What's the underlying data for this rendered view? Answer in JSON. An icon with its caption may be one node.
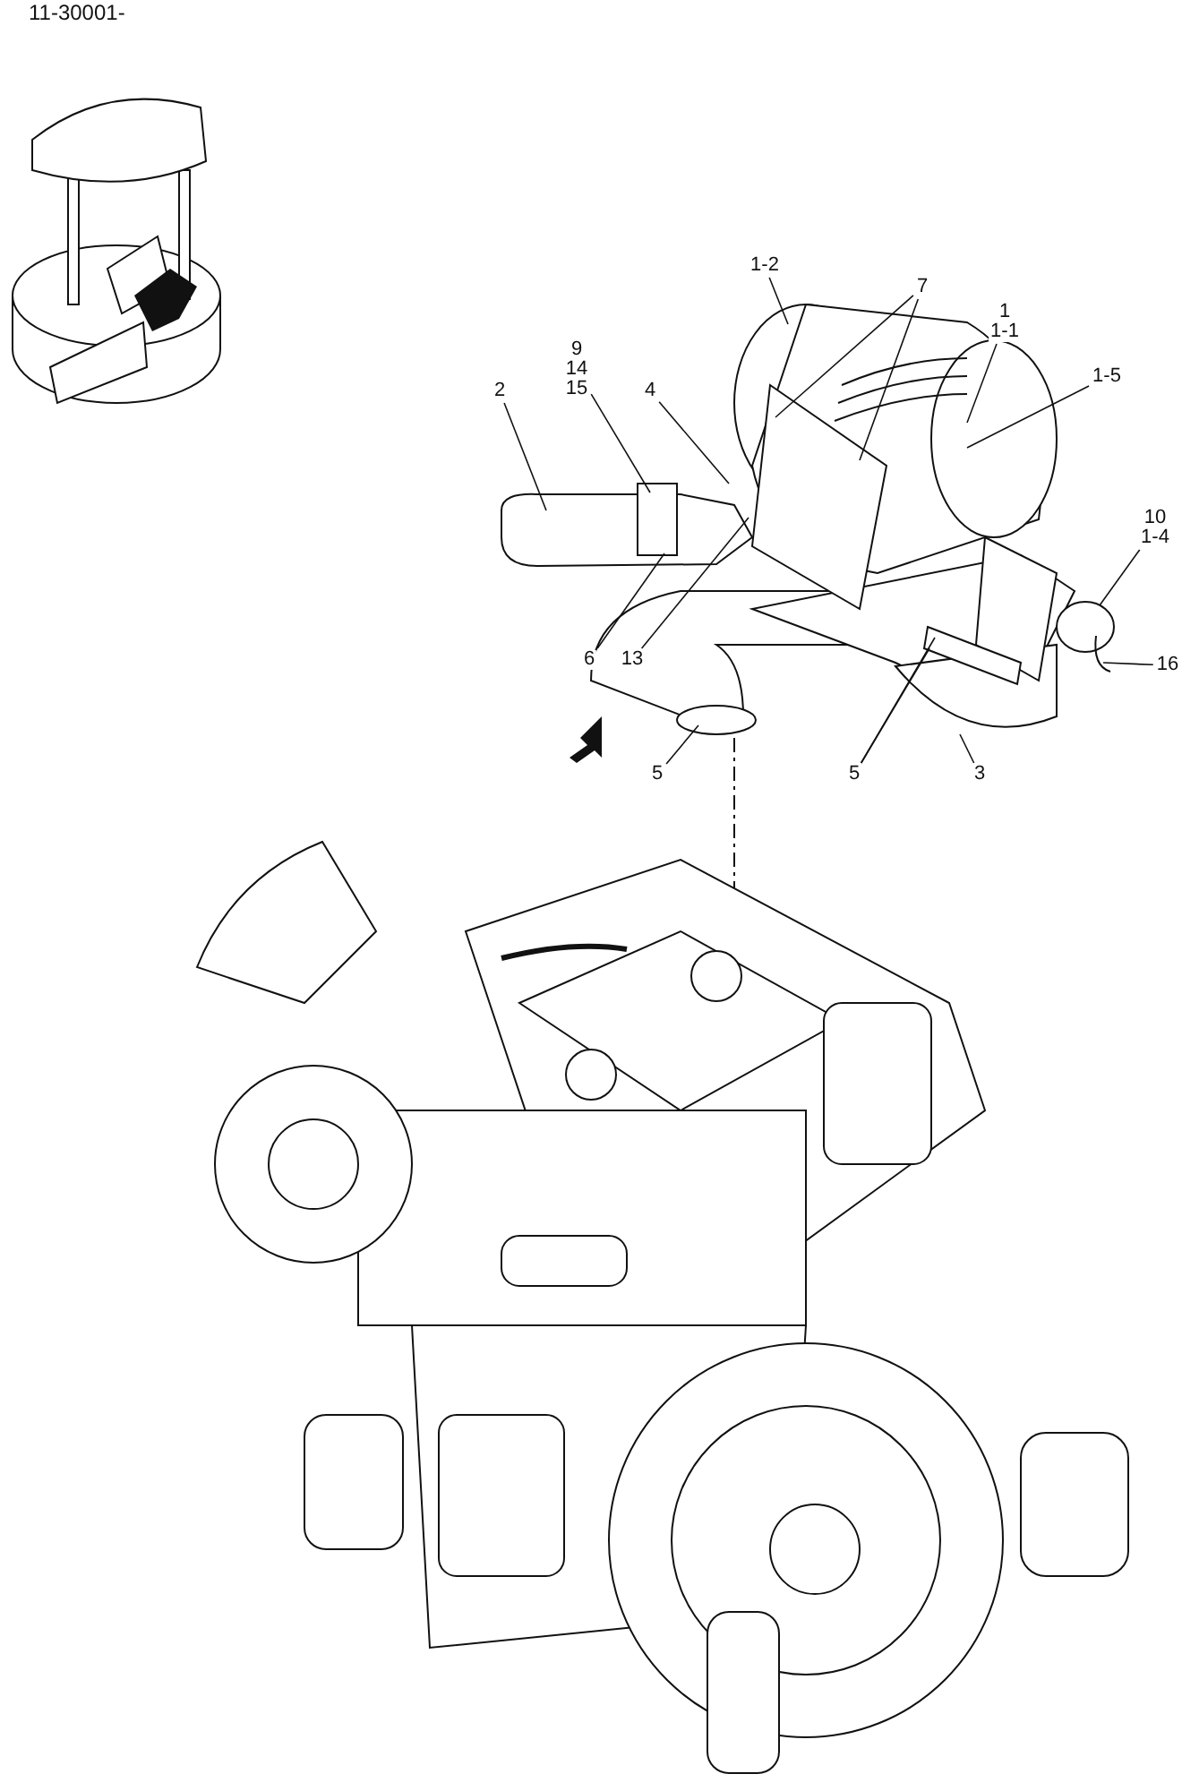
{
  "diagram": {
    "nodes": [
      {
        "text": [
          "1-2"
        ]
      },
      {
        "text": [
          "7"
        ]
      },
      {
        "text": [
          "1",
          "1-1"
        ]
      },
      {
        "text": [
          "1-5"
        ]
      },
      {
        "text": [
          "9",
          "14",
          "15"
        ]
      },
      {
        "text": [
          "2"
        ]
      },
      {
        "text": [
          "4"
        ]
      },
      {
        "text": [
          "10",
          "1-4"
        ]
      },
      {
        "text": [
          "6"
        ]
      },
      {
        "text": [
          "13"
        ]
      },
      {
        "text": [
          "16"
        ]
      },
      {
        "text": [
          "5"
        ]
      },
      {
        "text": [
          "5"
        ]
      },
      {
        "text": [
          "3"
        ]
      }
    ],
    "edges": [
      {
        "from": 0,
        "to": null,
        "arrow": "none"
      },
      {
        "from": 1,
        "to": null,
        "arrow": "none"
      },
      {
        "from": 1,
        "to": null,
        "arrow": "none"
      },
      {
        "from": 2,
        "to": null,
        "arrow": "none"
      },
      {
        "from": 3,
        "to": null,
        "arrow": "none"
      },
      {
        "from": 4,
        "to": null,
        "arrow": "none"
      },
      {
        "from": 5,
        "to": null,
        "arrow": "none"
      },
      {
        "from": 6,
        "to": null,
        "arrow": "none"
      },
      {
        "from": 7,
        "to": null,
        "arrow": "none"
      },
      {
        "from": 8,
        "to": null,
        "arrow": "none"
      },
      {
        "from": 9,
        "to": null,
        "arrow": "none"
      },
      {
        "from": 10,
        "to": null,
        "arrow": "none"
      },
      {
        "from": 11,
        "to": null,
        "arrow": "none"
      },
      {
        "from": 12,
        "to": null,
        "arrow": "none"
      },
      {
        "from": 12,
        "to": null,
        "arrow": "none"
      },
      {
        "from": 13,
        "to": null,
        "arrow": "none"
      }
    ],
    "labels": [
      "11-30001-"
    ]
  }
}
